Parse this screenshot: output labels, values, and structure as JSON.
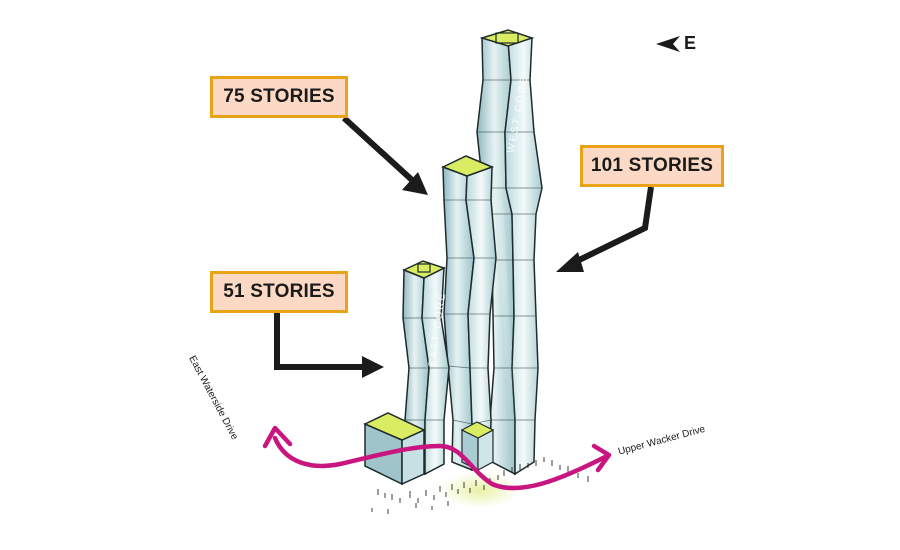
{
  "labels": {
    "tower_75": "75 STORIES",
    "tower_101": "101 STORIES",
    "tower_51": "51 STORIES"
  },
  "roads": {
    "east_waterside": "East Waterside Drive",
    "upper_wacker": "Upper Wacker Drive"
  },
  "cores": {
    "west": "WEST CORE",
    "east": "EAST CORE"
  },
  "compass": {
    "letter": "E",
    "icon": "arrow-left-icon"
  },
  "colors": {
    "label_fill": "#fbd9c4",
    "label_border": "#e8a317",
    "road_arrow": "#c8157f",
    "tower_roof": "#d9ec62",
    "tower_glass": "#a9cfd6",
    "callout_arrow": "#1b1b1b"
  }
}
